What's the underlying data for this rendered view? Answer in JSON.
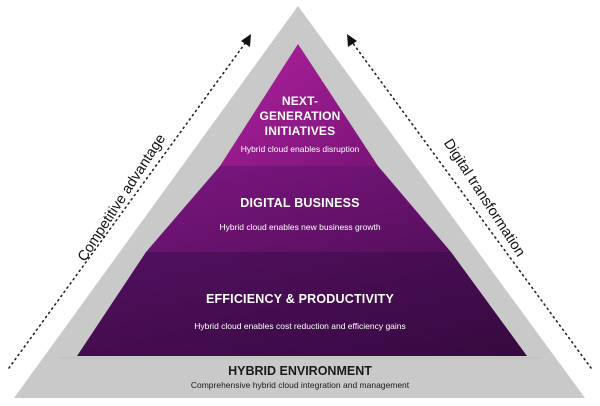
{
  "pyramid": {
    "tiers": [
      {
        "title_lines": [
          "NEXT-",
          "GENERATION",
          "INITIATIVES"
        ],
        "subtitle": "Hybrid cloud enables disruption",
        "color": "#9b1a8f"
      },
      {
        "title": "DIGITAL BUSINESS",
        "subtitle": "Hybrid cloud enables new business growth",
        "color": "#6e1272"
      },
      {
        "title": "EFFICIENCY & PRODUCTIVITY",
        "subtitle": "Hybrid cloud enables cost reduction and efficiency gains",
        "color": "#420c4f"
      }
    ],
    "base": {
      "title": "HYBRID ENVIRONMENT",
      "subtitle": "Comprehensive hybrid cloud integration and management"
    },
    "frame_color": "#c9c9c9"
  },
  "sides": {
    "left": "Competitive advantage",
    "right": "Digital transformation"
  }
}
